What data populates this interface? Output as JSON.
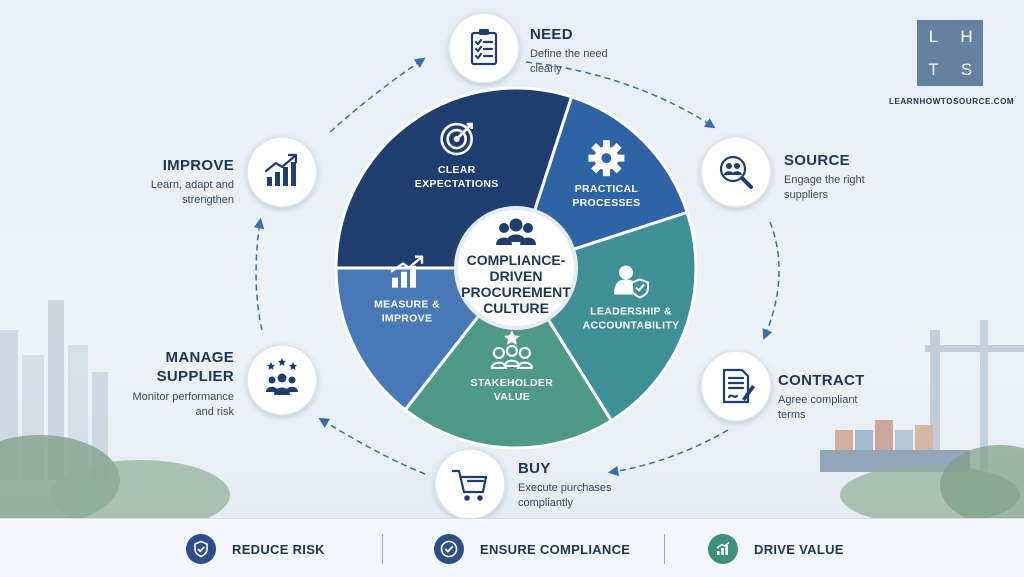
{
  "logo": {
    "letters": [
      "L",
      "H",
      "T",
      "S"
    ],
    "site": "LEARNHOWTOSOURCE.COM"
  },
  "center": {
    "lines": [
      "COMPLIANCE-",
      "DRIVEN",
      "PROCUREMENT",
      "CULTURE"
    ],
    "icon": "team-icon"
  },
  "segments": [
    {
      "id": "clear-expectations",
      "lines": [
        "CLEAR",
        "EXPECTATIONS"
      ],
      "icon": "target-icon",
      "color": "#1f3d6e"
    },
    {
      "id": "practical-processes",
      "lines": [
        "PRACTICAL",
        "PROCESSES"
      ],
      "icon": "gear-icon",
      "color": "#2e63a6"
    },
    {
      "id": "leadership-accountability",
      "lines": [
        "LEADERSHIP &",
        "ACCOUNTABILITY"
      ],
      "icon": "leader-shield-icon",
      "color": "#3f8f96"
    },
    {
      "id": "stakeholder-value",
      "lines": [
        "STAKEHOLDER",
        "VALUE"
      ],
      "icon": "stakeholders-icon",
      "color": "#4e9a86"
    },
    {
      "id": "measure-improve",
      "lines": [
        "MEASURE &",
        "IMPROVE"
      ],
      "icon": "growth-chart-icon",
      "color": "#4878b5"
    }
  ],
  "cycle": [
    {
      "id": "need",
      "title": "NEED",
      "desc": [
        "Define the need",
        "clearly"
      ],
      "icon": "clipboard-icon"
    },
    {
      "id": "source",
      "title": "SOURCE",
      "desc": [
        "Engage the right",
        "suppliers"
      ],
      "icon": "search-people-icon"
    },
    {
      "id": "contract",
      "title": "CONTRACT",
      "desc": [
        "Agree compliant",
        "terms"
      ],
      "icon": "contract-icon"
    },
    {
      "id": "buy",
      "title": "BUY",
      "desc": [
        "Execute purchases",
        "compliantly"
      ],
      "icon": "cart-icon"
    },
    {
      "id": "manage-supplier",
      "title": "MANAGE\nSUPPLIER",
      "desc": [
        "Monitor performance",
        "and risk"
      ],
      "icon": "supplier-rating-icon"
    },
    {
      "id": "improve",
      "title": "IMPROVE",
      "desc": [
        "Learn, adapt and",
        "strengthen"
      ],
      "icon": "trend-chart-icon"
    }
  ],
  "benefits": [
    {
      "label": "REDUCE RISK",
      "icon": "shield-check-icon",
      "color": "#2b4f86"
    },
    {
      "label": "ENSURE COMPLIANCE",
      "icon": "check-circle-icon",
      "color": "#2b4f86"
    },
    {
      "label": "DRIVE VALUE",
      "icon": "bar-chart-icon",
      "color": "#3f8f7e"
    }
  ]
}
